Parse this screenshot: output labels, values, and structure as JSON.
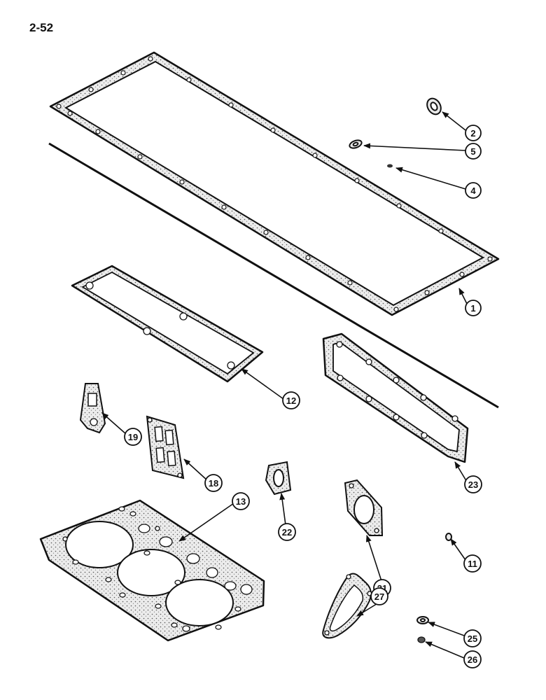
{
  "page_number": "2-52",
  "callouts": {
    "c1": "1",
    "c2": "2",
    "c4": "4",
    "c5": "5",
    "c11": "11",
    "c12": "12",
    "c13": "13",
    "c18": "18",
    "c19": "19",
    "c21": "21",
    "c22": "22",
    "c23": "23",
    "c25": "25",
    "c26": "26",
    "c27": "27"
  },
  "colors": {
    "line": "#111111",
    "gasket_fill": "#e9e9e9",
    "background": "#ffffff"
  }
}
